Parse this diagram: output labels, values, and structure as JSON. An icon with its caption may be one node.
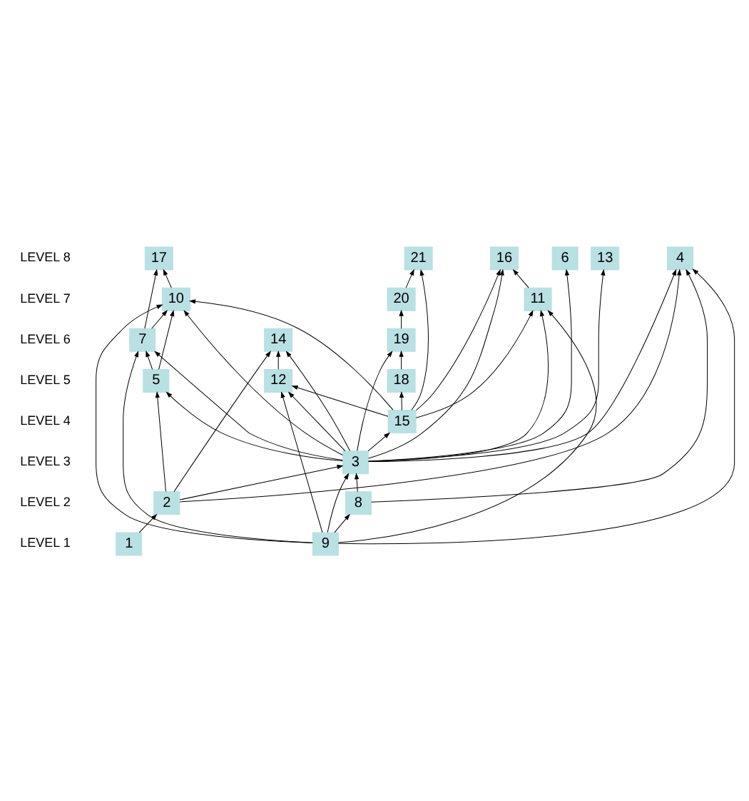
{
  "diagram": {
    "nodes": [
      {
        "text": [
          "4"
        ]
      },
      {
        "text": [
          "6"
        ]
      },
      {
        "text": [
          "13"
        ]
      },
      {
        "text": [
          "16"
        ]
      },
      {
        "text": [
          "17"
        ]
      },
      {
        "text": [
          "21"
        ]
      },
      {
        "text": [
          "11"
        ]
      },
      {
        "text": [
          "10"
        ]
      },
      {
        "text": [
          "20"
        ]
      },
      {
        "text": [
          "7"
        ]
      },
      {
        "text": [
          "14"
        ]
      },
      {
        "text": [
          "19"
        ]
      },
      {
        "text": [
          "5"
        ]
      },
      {
        "text": [
          "12"
        ]
      },
      {
        "text": [
          "18"
        ]
      },
      {
        "text": [
          "15"
        ]
      },
      {
        "text": [
          "3"
        ]
      },
      {
        "text": [
          "2"
        ]
      },
      {
        "text": [
          "8"
        ]
      },
      {
        "text": [
          "1"
        ]
      },
      {
        "text": [
          "9"
        ]
      }
    ],
    "edges": [
      {
        "from": 19,
        "to": 17,
        "arrow": "to"
      },
      {
        "from": 17,
        "to": 16,
        "arrow": "to"
      },
      {
        "from": 17,
        "to": 12,
        "arrow": "to"
      },
      {
        "from": 17,
        "to": 0,
        "arrow": "to"
      },
      {
        "from": 17,
        "to": 10,
        "arrow": "to"
      },
      {
        "from": 20,
        "to": 18,
        "arrow": "to"
      },
      {
        "from": 20,
        "to": 16,
        "arrow": "to"
      },
      {
        "from": 20,
        "to": 7,
        "arrow": "to"
      },
      {
        "from": 20,
        "to": 13,
        "arrow": "to"
      },
      {
        "from": 20,
        "to": 9,
        "arrow": "to"
      },
      {
        "from": 20,
        "to": 0,
        "arrow": "to"
      },
      {
        "from": 20,
        "to": 6,
        "arrow": "to"
      },
      {
        "from": 18,
        "to": 16,
        "arrow": "to"
      },
      {
        "from": 18,
        "to": 0,
        "arrow": "to"
      },
      {
        "from": 16,
        "to": 12,
        "arrow": "to"
      },
      {
        "from": 16,
        "to": 9,
        "arrow": "to"
      },
      {
        "from": 16,
        "to": 0,
        "arrow": "to"
      },
      {
        "from": 16,
        "to": 1,
        "arrow": "to"
      },
      {
        "from": 16,
        "to": 6,
        "arrow": "to"
      },
      {
        "from": 16,
        "to": 2,
        "arrow": "to"
      },
      {
        "from": 16,
        "to": 10,
        "arrow": "to"
      },
      {
        "from": 16,
        "to": 3,
        "arrow": "to"
      },
      {
        "from": 16,
        "to": 13,
        "arrow": "to"
      },
      {
        "from": 16,
        "to": 11,
        "arrow": "to"
      },
      {
        "from": 16,
        "to": 15,
        "arrow": "to"
      },
      {
        "from": 16,
        "to": 7,
        "arrow": "to"
      },
      {
        "from": 15,
        "to": 13,
        "arrow": "to"
      },
      {
        "from": 15,
        "to": 14,
        "arrow": "to"
      },
      {
        "from": 15,
        "to": 5,
        "arrow": "to"
      },
      {
        "from": 15,
        "to": 7,
        "arrow": "to"
      },
      {
        "from": 15,
        "to": 6,
        "arrow": "to"
      },
      {
        "from": 15,
        "to": 3,
        "arrow": "to"
      },
      {
        "from": 12,
        "to": 9,
        "arrow": "to"
      },
      {
        "from": 12,
        "to": 7,
        "arrow": "to"
      },
      {
        "from": 9,
        "to": 4,
        "arrow": "to"
      },
      {
        "from": 9,
        "to": 7,
        "arrow": "to"
      },
      {
        "from": 6,
        "to": 3,
        "arrow": "to"
      },
      {
        "from": 7,
        "to": 4,
        "arrow": "to"
      },
      {
        "from": 14,
        "to": 11,
        "arrow": "to"
      },
      {
        "from": 11,
        "to": 8,
        "arrow": "to"
      },
      {
        "from": 8,
        "to": 5,
        "arrow": "to"
      },
      {
        "from": 13,
        "to": 10,
        "arrow": "to"
      }
    ],
    "labels": [
      "LEVEL 8",
      "LEVEL 7",
      "LEVEL 6",
      "LEVEL 5",
      "LEVEL 4",
      "LEVEL 3",
      "LEVEL 2",
      "LEVEL 1"
    ]
  }
}
